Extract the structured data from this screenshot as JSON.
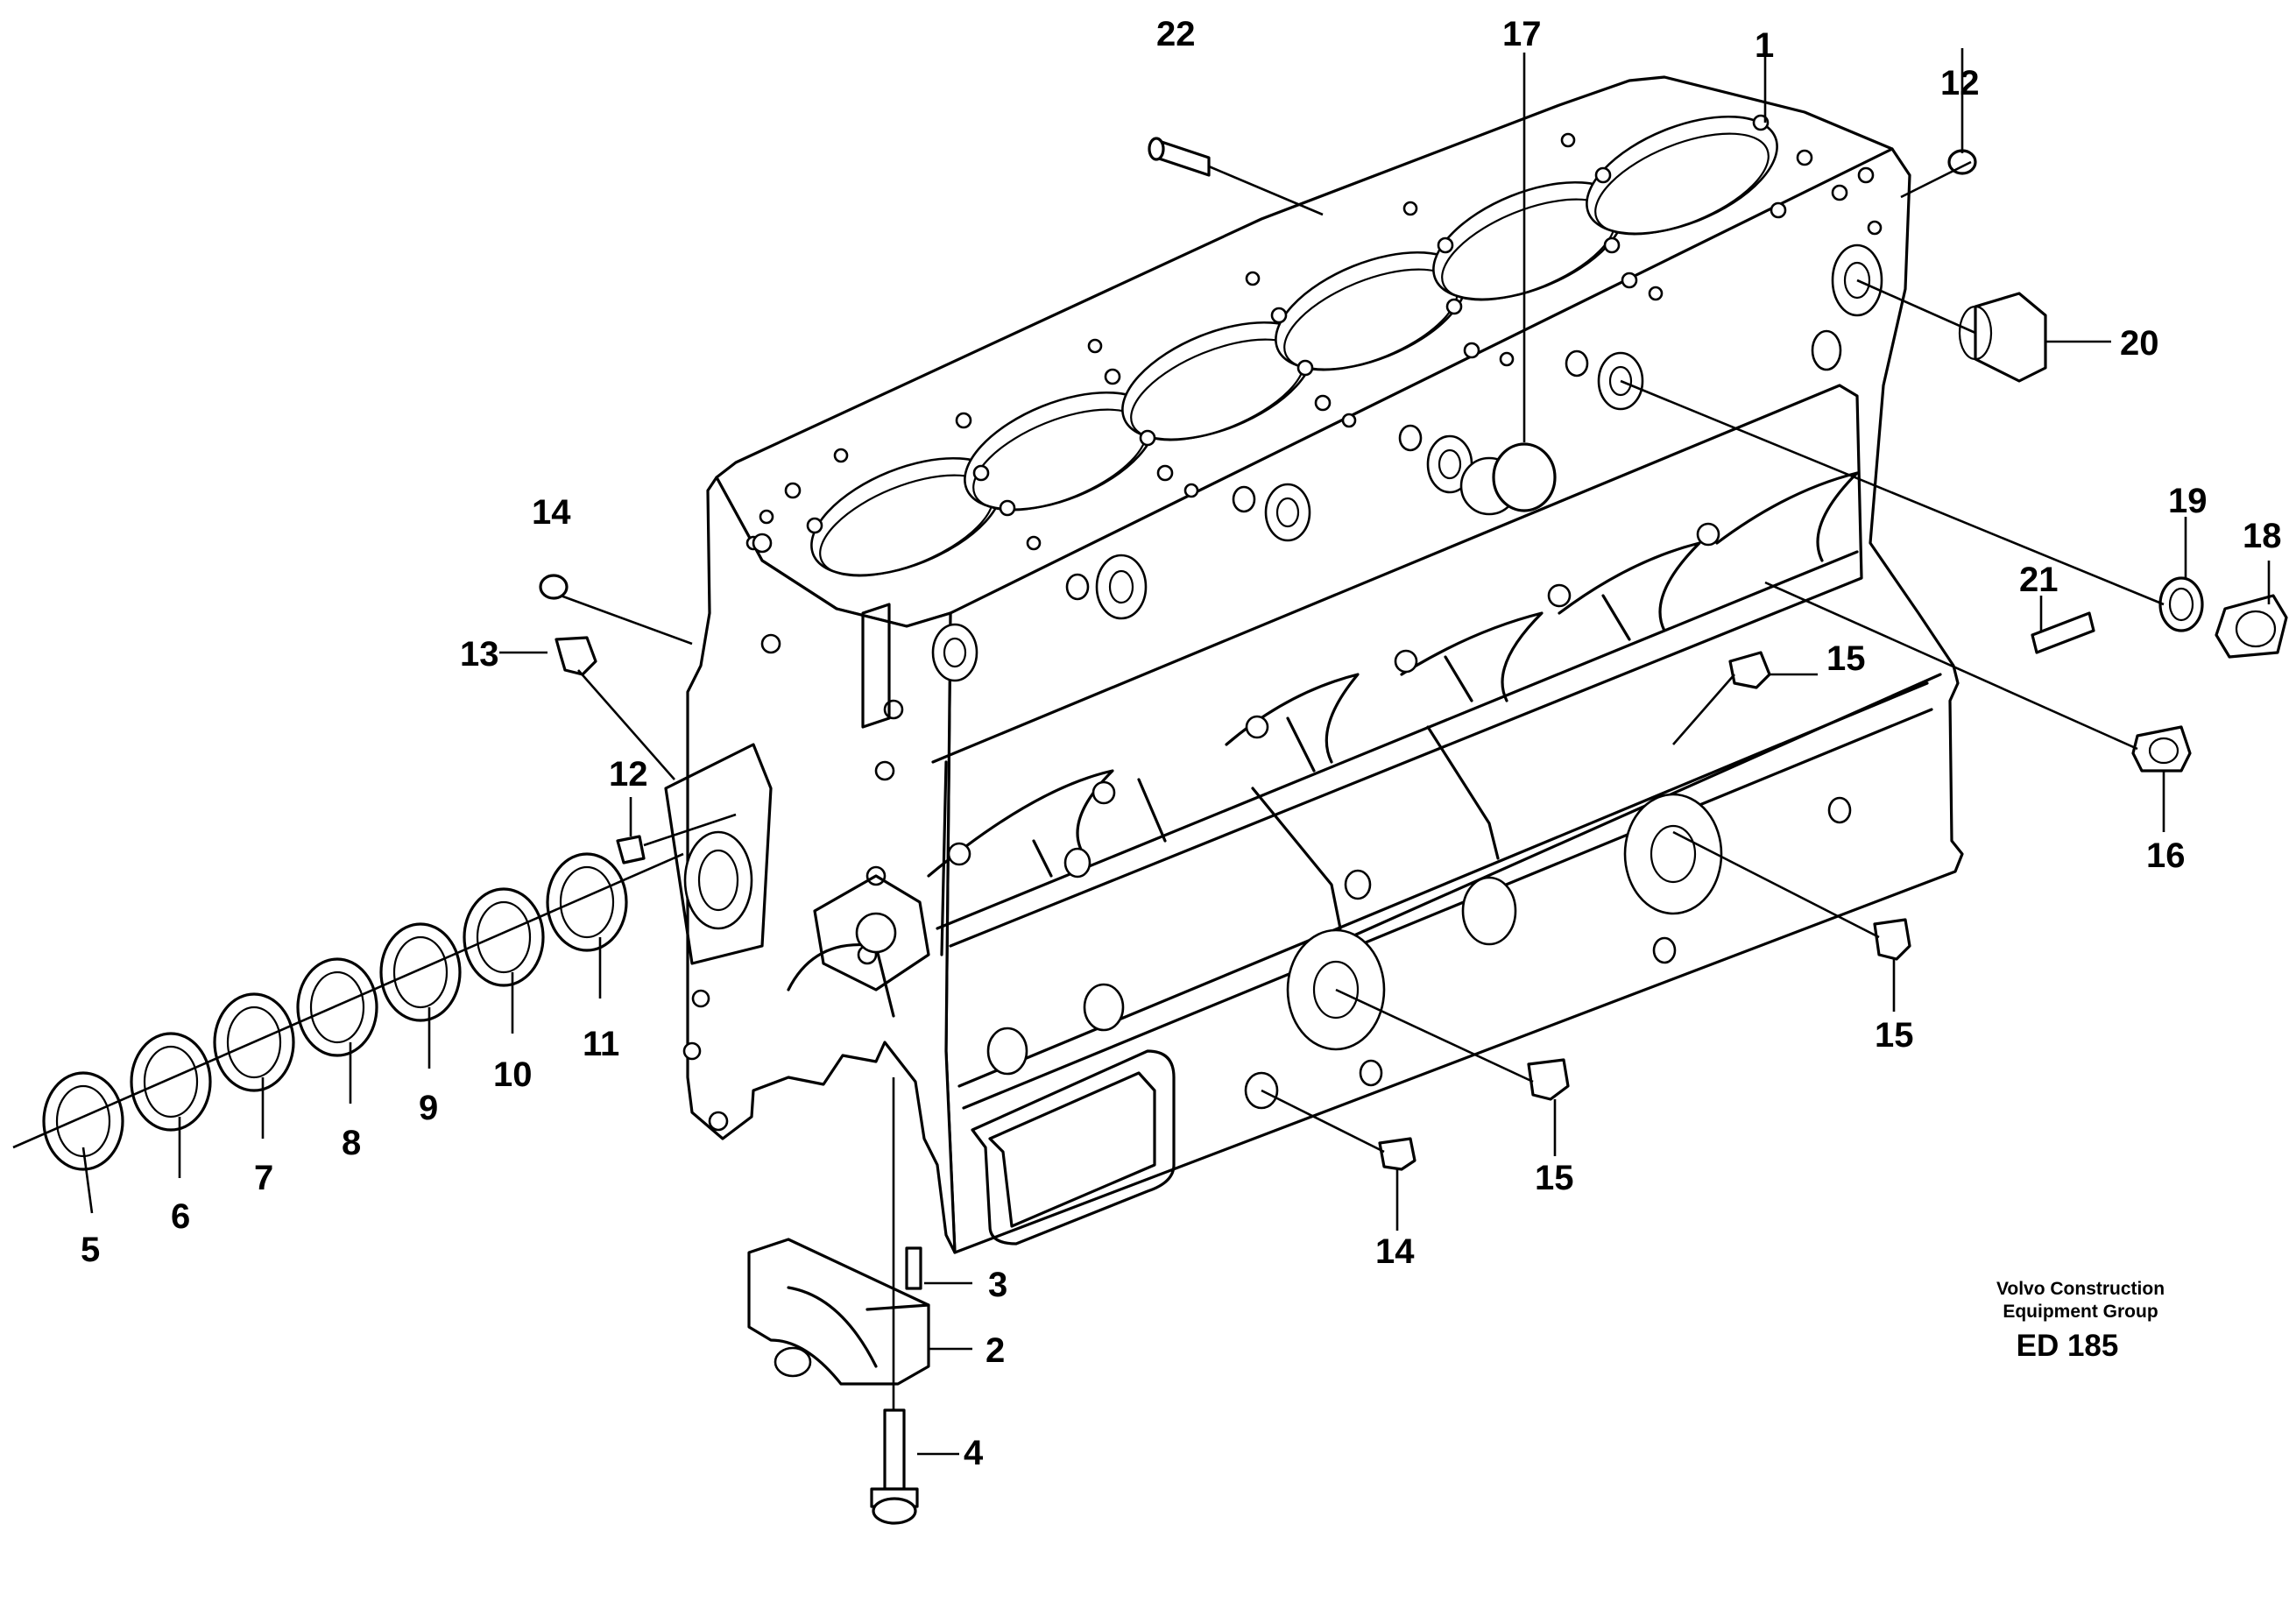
{
  "callouts": [
    {
      "id": "1",
      "label": "1"
    },
    {
      "id": "2",
      "label": "2"
    },
    {
      "id": "3",
      "label": "3"
    },
    {
      "id": "4",
      "label": "4"
    },
    {
      "id": "5",
      "label": "5"
    },
    {
      "id": "6",
      "label": "6"
    },
    {
      "id": "7",
      "label": "7"
    },
    {
      "id": "8",
      "label": "8"
    },
    {
      "id": "9",
      "label": "9"
    },
    {
      "id": "10",
      "label": "10"
    },
    {
      "id": "11",
      "label": "11"
    },
    {
      "id": "12a",
      "label": "12"
    },
    {
      "id": "12b",
      "label": "12"
    },
    {
      "id": "13",
      "label": "13"
    },
    {
      "id": "14a",
      "label": "14"
    },
    {
      "id": "14b",
      "label": "14"
    },
    {
      "id": "15a",
      "label": "15"
    },
    {
      "id": "15b",
      "label": "15"
    },
    {
      "id": "15c",
      "label": "15"
    },
    {
      "id": "16",
      "label": "16"
    },
    {
      "id": "17",
      "label": "17"
    },
    {
      "id": "18",
      "label": "18"
    },
    {
      "id": "19",
      "label": "19"
    },
    {
      "id": "20",
      "label": "20"
    },
    {
      "id": "21",
      "label": "21"
    },
    {
      "id": "22",
      "label": "22"
    }
  ],
  "publisher": {
    "line1": "Volvo Construction",
    "line2": "Equipment Group",
    "drawing_code": "ED 185"
  }
}
